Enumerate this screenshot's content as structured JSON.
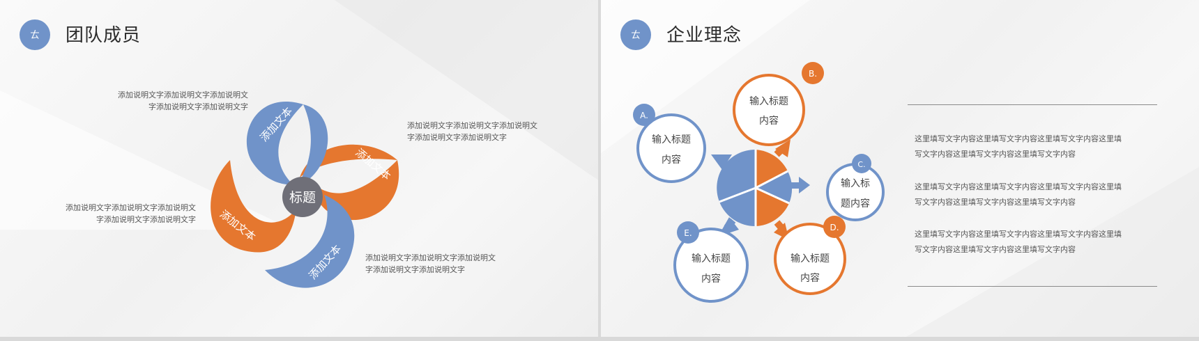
{
  "left_slide": {
    "badge": "ㄊ",
    "title": "团队成员",
    "center_label": "标题",
    "petals": [
      "添加文本",
      "添加文本",
      "添加文本",
      "添加文本"
    ],
    "notes": [
      {
        "line1": "添加说明文字添加说明文字添加说明文",
        "line2": "字添加说明文字添加说明文字"
      },
      {
        "line1": "添加说明文字添加说明文字添加说明文",
        "line2": "字添加说明文字添加说明文字"
      },
      {
        "line1": "添加说明文字添加说明文字添加说明文",
        "line2": "字添加说明文字添加说明文字"
      },
      {
        "line1": "添加说明文字添加说明文字添加说明文",
        "line2": "字添加说明文字添加说明文字"
      }
    ]
  },
  "right_slide": {
    "badge": "ㄊ",
    "title": "企业理念",
    "nodes": [
      {
        "letter": "A.",
        "line1": "输入标题",
        "line2": "内容"
      },
      {
        "letter": "B.",
        "line1": "输入标题",
        "line2": "内容"
      },
      {
        "letter": "C.",
        "line1": "输入标",
        "line2": "题内容"
      },
      {
        "letter": "D.",
        "line1": "输入标题",
        "line2": "内容"
      },
      {
        "letter": "E.",
        "line1": "输入标题",
        "line2": "内容"
      }
    ],
    "paragraphs": [
      {
        "line1": "这里填写文字内容这里填写文字内容这里填写文字内容这里填",
        "line2": "写文字内容这里填写文字内容这里填写文字内容"
      },
      {
        "line1": "这里填写文字内容这里填写文字内容这里填写文字内容这里填",
        "line2": "写文字内容这里填写文字内容这里填写文字内容"
      },
      {
        "line1": "这里填写文字内容这里填写文字内容这里填写文字内容这里填",
        "line2": "写文字内容这里填写文字内容这里填写文字内容"
      }
    ]
  },
  "colors": {
    "blue": "#7093c9",
    "orange": "#e5772f",
    "center": "#6f6f78"
  }
}
